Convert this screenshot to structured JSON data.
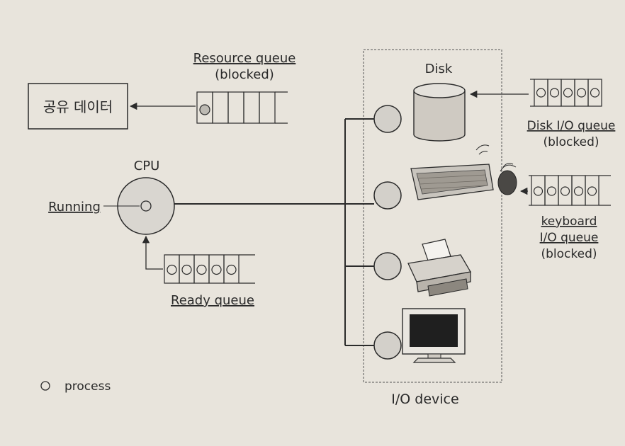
{
  "labels": {
    "shared_data": "공유 데이터",
    "resource_queue_line1": "Resource queue",
    "resource_queue_line2": "(blocked)",
    "cpu": "CPU",
    "running": "Running",
    "ready_queue": "Ready queue",
    "disk": "Disk",
    "disk_queue_line1": "Disk I/O queue",
    "disk_queue_line2": "(blocked)",
    "keyboard_queue_line1": "keyboard",
    "keyboard_queue_line2": "I/O queue",
    "keyboard_queue_line3": "(blocked)",
    "io_device": "I/O device",
    "legend_process": "process"
  },
  "queues": {
    "resource": {
      "cells": 6,
      "processes": 1
    },
    "ready": {
      "cells": 6,
      "processes": 5
    },
    "disk_io": {
      "cells": 6,
      "processes": 5
    },
    "keyboard_io": {
      "cells": 6,
      "processes": 5
    }
  },
  "devices": [
    "disk-icon",
    "keyboard-mouse-icon",
    "printer-icon",
    "monitor-icon"
  ],
  "colors": {
    "line": "#2b2b2b",
    "background": "#e8e4dc",
    "node_fill": "#d9d6d0",
    "device_fill": "#cfcac2"
  }
}
